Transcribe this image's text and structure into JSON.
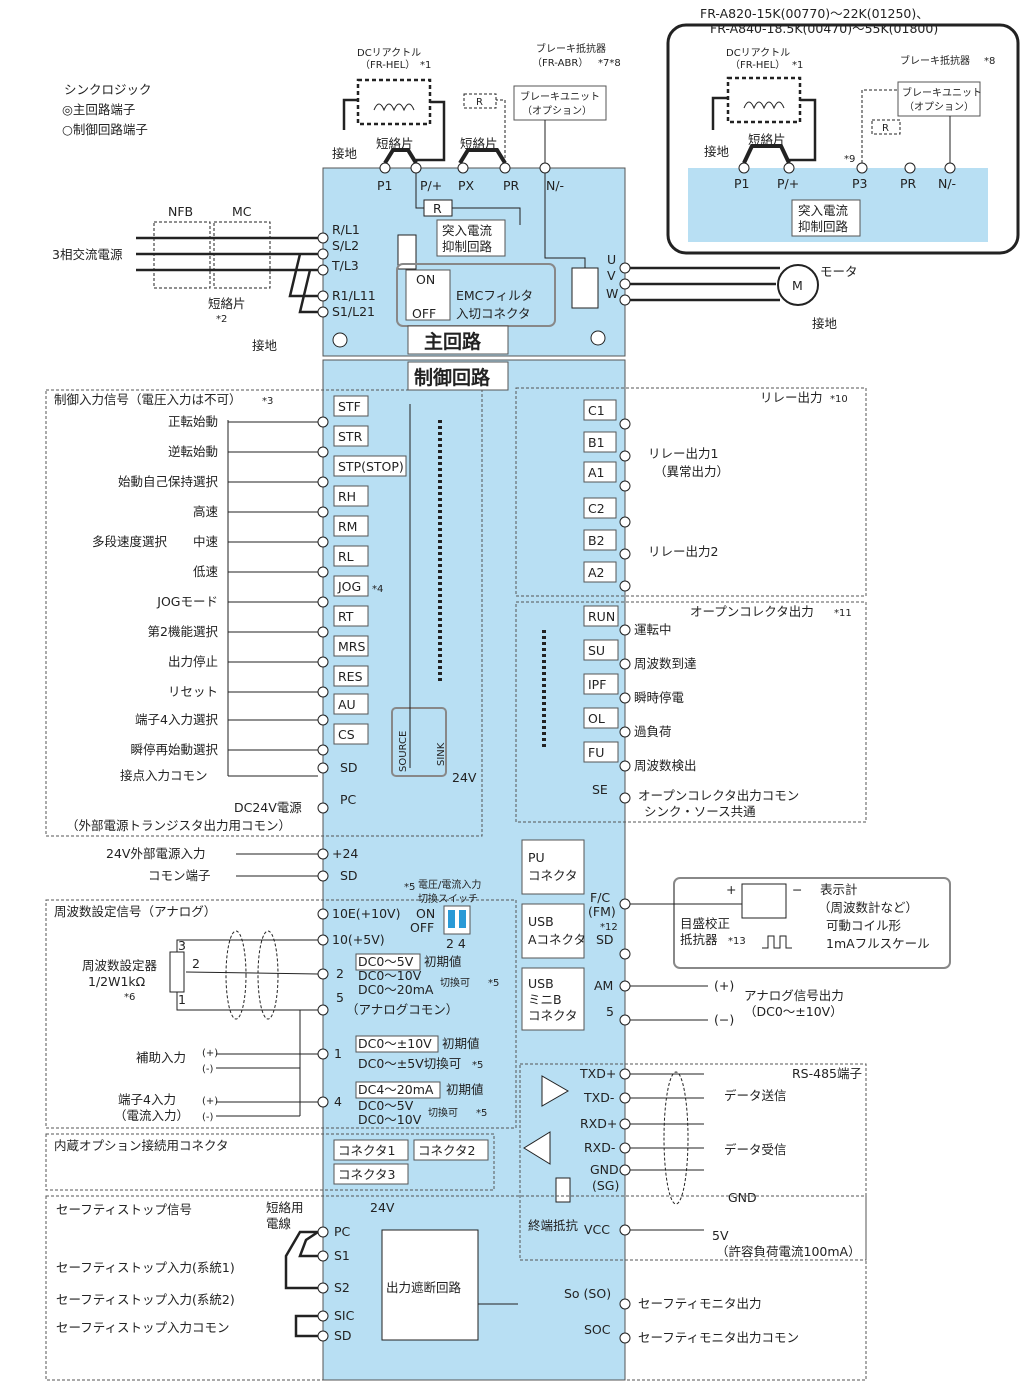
{
  "legend": {
    "title": "シンクロジック",
    "main": "◎主回路端子",
    "control": "○制御回路端子"
  },
  "inset": {
    "title1": "FR-A820-15K(00770)～22K(01250)、",
    "title2": "FR-A840-18.5K(00470)～55K(01800)",
    "dcl": "DCリアクトル",
    "dcl_model": "（FR-HEL）",
    "dcl_note": "*1",
    "brake_resistor": "ブレーキ抵抗器",
    "brake_note": "*8",
    "brake_unit1": "ブレーキユニット",
    "brake_unit2": "（オプション）",
    "jumper": "短絡片",
    "ground": "接地",
    "note9": "*9",
    "terminals": [
      "P1",
      "P/+",
      "P3",
      "PR",
      "N/-"
    ],
    "inrush1": "突入電流",
    "inrush2": "抑制回路",
    "r_label": "R"
  },
  "main": {
    "dcl": "DCリアクトル",
    "dcl_model": "（FR-HEL）",
    "dcl_note": "*1",
    "brake_resistor": "ブレーキ抵抗器",
    "brake_model": "（FR-ABR）",
    "brake_note": "*7*8",
    "brake_unit1": "ブレーキユニット",
    "brake_unit2": "（オプション）",
    "ground": "接地",
    "jumper": "短絡片",
    "top_terminals": [
      "P1",
      "P/+",
      "PX",
      "PR",
      "N/-"
    ],
    "r_label": "R",
    "inrush1": "突入電流",
    "inrush2": "抑制回路",
    "nfb": "NFB",
    "mc": "MC",
    "power": "3相交流電源",
    "input_terminals": [
      "R/L1",
      "S/L2",
      "T/L3",
      "R1/L11",
      "S1/L21"
    ],
    "jumper2": "短絡片",
    "note2": "*2",
    "emc_on": "ON",
    "emc_off": "OFF",
    "emc1": "EMCフィルタ",
    "emc2": "入切コネクタ",
    "output_terminals": [
      "U",
      "V",
      "W"
    ],
    "motor": "M",
    "motor_label": "モータ",
    "motor_ground": "接地",
    "title": "主回路"
  },
  "control": {
    "title": "制御回路",
    "input_section": "制御入力信号（電圧入力は不可）",
    "input_note": "*3",
    "inputs": [
      {
        "label": "正転始動",
        "terminal": "STF"
      },
      {
        "label": "逆転始動",
        "terminal": "STR"
      },
      {
        "label": "始動自己保持選択",
        "terminal": "STP(STOP)"
      },
      {
        "label": "高速",
        "terminal": "RH"
      },
      {
        "label": "中速",
        "terminal": "RM"
      },
      {
        "label": "低速",
        "terminal": "RL"
      },
      {
        "label": "JOGモード",
        "terminal": "JOG"
      },
      {
        "label": "第2機能選択",
        "terminal": "RT"
      },
      {
        "label": "出力停止",
        "terminal": "MRS"
      },
      {
        "label": "リセット",
        "terminal": "RES"
      },
      {
        "label": "端子4入力選択",
        "terminal": "AU"
      },
      {
        "label": "瞬停再始動選択",
        "terminal": "CS"
      }
    ],
    "multispeed": "多段速度選択",
    "jog_note": "*4",
    "sd_label": "接点入力コモン",
    "sd": "SD",
    "pc_label1": "DC24V電源",
    "pc_label2": "（外部電源トランジスタ出力用コモン）",
    "pc": "PC",
    "source": "SOURCE",
    "sink": "SINK",
    "v24": "24V",
    "ext24_label": "24V外部電源入力",
    "ext24": "+24",
    "common_label": "コモン端子",
    "sd2": "SD",
    "relay_section": "リレー出力",
    "relay_note": "*10",
    "relay_terminals": [
      "C1",
      "B1",
      "A1",
      "C2",
      "B2",
      "A2"
    ],
    "relay1a": "リレー出力1",
    "relay1b": "（異常出力）",
    "relay2": "リレー出力2",
    "oc_section": "オープンコレクタ出力",
    "oc_note": "*11",
    "oc": [
      {
        "terminal": "RUN",
        "label": "運転中"
      },
      {
        "terminal": "SU",
        "label": "周波数到達"
      },
      {
        "terminal": "IPF",
        "label": "瞬時停電"
      },
      {
        "terminal": "OL",
        "label": "過負荷"
      },
      {
        "terminal": "FU",
        "label": "周波数検出"
      }
    ],
    "se": "SE",
    "se_label1": "オープンコレクタ出力コモン",
    "se_label2": "シンク・ソース共通",
    "pu1": "PU",
    "pu2": "コネクタ",
    "usba1": "USB",
    "usba2": "Aコネクタ",
    "usbb1": "USB",
    "usbb2": "ミニB",
    "usbb3": "コネクタ",
    "freq_section": "周波数設定信号（アナログ）",
    "sw_label1": "電圧/電流入力",
    "sw_label2": "切換スイッチ",
    "sw_note": "*5",
    "sw_on": "ON",
    "sw_off": "OFF",
    "sw_nums": "2 4",
    "t10e": "10E(+10V)",
    "t10": "10(+5V)",
    "t2": "2",
    "t5": "5",
    "t5_label": "（アナログコモン）",
    "pot1": "周波数設定器",
    "pot2": "1/2W1kΩ",
    "pot_note": "*6",
    "pot_pins": [
      "3",
      "2",
      "1"
    ],
    "r2_init": "DC0～5V",
    "r2_init_label": "初期値",
    "r2_a": "DC0～10V",
    "r2_b": "DC0～20mA",
    "r2_switch": "切換可",
    "r2_note": "*5",
    "aux": "補助入力",
    "plus": "(+)",
    "minus": "(-)",
    "t1": "1",
    "r1_init": "DC0～±10V",
    "r1_init_label": "初期値",
    "r1_b": "DC0～±5V切換可",
    "r1_note": "*5",
    "term4a": "端子4入力",
    "term4b": "（電流入力）",
    "t4": "4",
    "r4_init": "DC4～20mA",
    "r4_init_label": "初期値",
    "r4_a": "DC0～5V",
    "r4_b": "DC0～10V",
    "r4_switch": "切換可",
    "r4_note": "*5",
    "fm_terminal": "F/C",
    "fm_sub": "(FM)",
    "fm_note": "*12",
    "sd3": "SD",
    "calib1": "目盛校正",
    "calib2": "抵抗器",
    "calib_note": "*13",
    "meter1": "表示計",
    "meter2": "（周波数計など）",
    "meter3": "可動コイル形",
    "meter4": "1mAフルスケール",
    "meter_plus": "+",
    "meter_minus": "−",
    "am": "AM",
    "t5b": "5",
    "am_plus": "(+)",
    "am_minus": "(−)",
    "analog_out1": "アナログ信号出力",
    "analog_out2": "（DC0～±10V）",
    "option_section": "内蔵オプション接続用コネクタ",
    "connectors": [
      "コネクタ1",
      "コネクタ2",
      "コネクタ3"
    ],
    "rs485": "RS-485端子",
    "rs_terminals": [
      "TXD+",
      "TXD-",
      "RXD+",
      "RXD-",
      "GND",
      "(SG)",
      "VCC"
    ],
    "tx_label": "データ送信",
    "rx_label": "データ受信",
    "gnd_label": "GND",
    "term_res": "終端抵抗",
    "v5": "5V",
    "v5_label": "（許容負荷電流100mA）",
    "safety_section": "セーフティストップ信号",
    "short_wire1": "短絡用",
    "short_wire2": "電線",
    "safety_24": "24V",
    "safety_terminals": [
      "PC",
      "S1",
      "S2",
      "SIC",
      "SD"
    ],
    "safety_in1": "セーフティストップ入力(系統1)",
    "safety_in2": "セーフティストップ入力(系統2)",
    "safety_common": "セーフティストップ入力コモン",
    "cutoff": "出力遮断回路",
    "so": "So (SO)",
    "soc": "SOC",
    "so_label": "セーフティモニタ出力",
    "soc_label": "セーフティモニタ出力コモン"
  }
}
